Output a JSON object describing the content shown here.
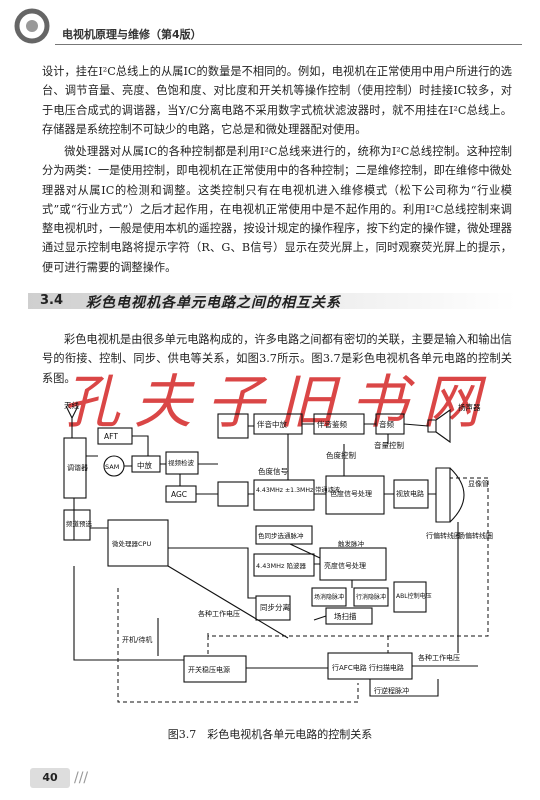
{
  "header": {
    "book_title": "电视机原理与维修（第4版）",
    "logo_icon": "book-logo-icon"
  },
  "body": {
    "para1": "设计，挂在I²C总线上的从属IC的数量是不相同的。例如，电视机在正常使用中用户所进行的选台、调节音量、亮度、色饱和度、对比度和开关机等操作控制（使用控制）时挂接IC较多，对于电压合成式的调谐器，当Y/C分离电路不采用数字式梳状滤波器时，就不用挂在I²C总线上。存储器是系统控制不可缺少的电路，它总是和微处理器配对使用。",
    "para2": "微处理器对从属IC的各种控制都是利用I²C总线来进行的，统称为I²C总线控制。这种控制分为两类：一是使用控制，即电视机在正常使用中的各种控制；二是维修控制，即在维修中微处理器对从属IC的检测和调整。这类控制只有在电视机进入维修模式（松下公司称为“行业模式”或“行业方式”）之后才起作用，在电视机正常使用中是不起作用的。利用I²C总线控制来调整电视机时，一般是使用本机的遥控器，按设计规定的操作程序，按下约定的操作键，微处理器通过显示控制电路将提示字符（R、G、B信号）显示在荧光屏上，同时观察荧光屏上的提示，便可进行需要的调整操作。",
    "section_number": "3.4",
    "section_title": "彩色电视机各单元电路之间的相互关系",
    "para3": "彩色电视机是由很多单元电路构成的，许多电路之间都有密切的关联，主要是输入和输出信号的衔接、控制、同步、供电等关系，如图3.7所示。图3.7是彩色电视机各单元电路的控制关系图。"
  },
  "watermark": "孔夫子旧书网",
  "diagram": {
    "antenna": "天线",
    "speaker": "扬声器",
    "aft": "AFT",
    "tuner": "调谐器",
    "sam": "SAM",
    "if_amp": "中放",
    "video_det": "视频检波",
    "agc": "AGC",
    "sound_if": "伴音中放",
    "sound_det": "伴音鉴频",
    "audio": "音频",
    "volume_ctrl": "音量控制",
    "chroma_ctrl": "色度控制",
    "chroma_signal": "色度信号",
    "bandpass": "4.43MHz ±1.3MHz 带通滤波",
    "chroma_proc": "色度信号处理",
    "video_amp": "视放电路",
    "crt": "显像管",
    "color_sync": "色同步选通脉冲",
    "burst": "触发脉冲",
    "trap": "4.43MHz 陷波器",
    "luma_proc": "亮度信号处理",
    "hblank": "场消隐脉冲",
    "vblank": "行消隐脉冲",
    "abl": "ABL控制电压",
    "sync_sep": "同步分离",
    "v_scan": "场扫描",
    "h_yoke": "行偏转线圈",
    "v_yoke": "场偏转线圈",
    "band_preset": "频道预选",
    "cpu": "微处理器CPU",
    "work_voltage1": "各种工作电压",
    "power_ctrl": "开机/待机",
    "psu": "开关稳压电源",
    "h_afc": "行AFC电路 行扫描电路",
    "work_voltage2": "各种工作电压",
    "flyback": "行逆程脉冲"
  },
  "caption": "图3.7　彩色电视机各单元电路的控制关系",
  "footer": {
    "page_number": "40",
    "decoration": "///"
  }
}
